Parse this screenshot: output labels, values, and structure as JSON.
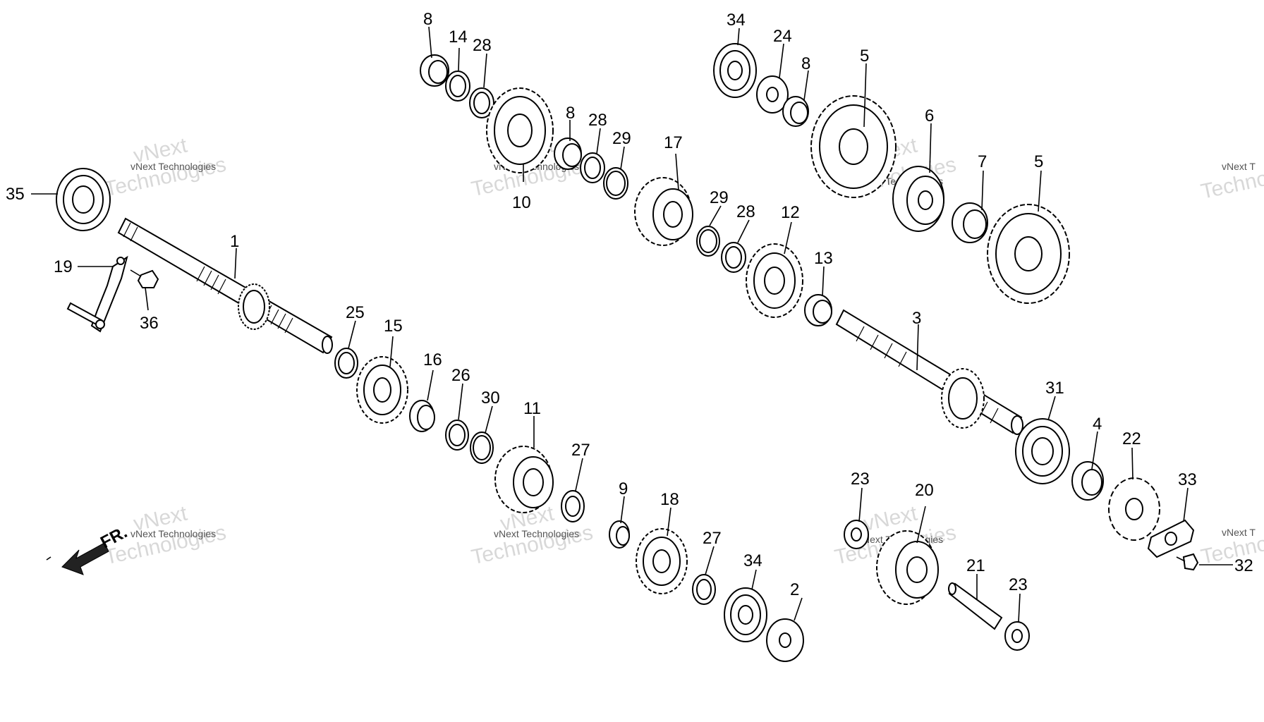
{
  "diagram": {
    "labels": [
      "1",
      "2",
      "3",
      "4",
      "5",
      "5",
      "6",
      "7",
      "8",
      "8",
      "8",
      "9",
      "10",
      "11",
      "12",
      "13",
      "14",
      "15",
      "16",
      "17",
      "18",
      "19",
      "20",
      "21",
      "22",
      "23",
      "23",
      "24",
      "25",
      "26",
      "27",
      "27",
      "28",
      "28",
      "28",
      "29",
      "29",
      "30",
      "31",
      "32",
      "33",
      "34",
      "34",
      "35",
      "36"
    ],
    "watermark": {
      "small": "vNext Technologies",
      "big_top": "vNext",
      "big_bottom": "Technologies",
      "cut_small": "vNext T",
      "cut_big": "Techno"
    },
    "direction_label": "FR."
  }
}
